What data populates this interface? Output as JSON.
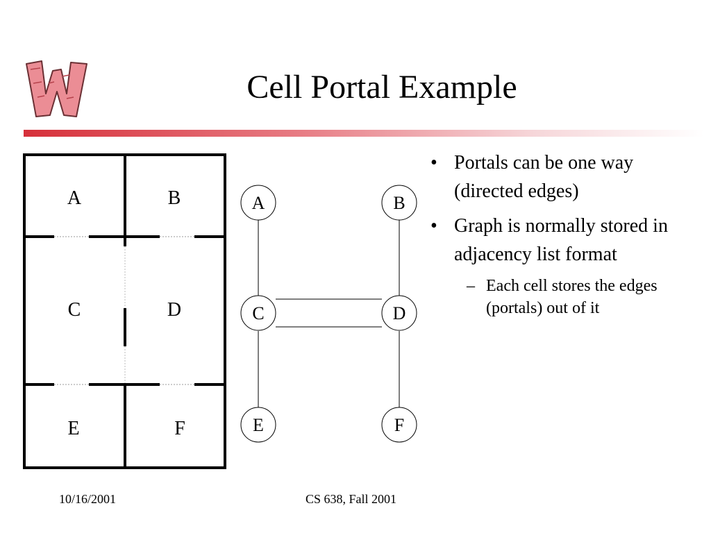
{
  "slide": {
    "title": "Cell Portal Example",
    "logo": {
      "icon": "wisconsin-w-logo",
      "glyph": "W",
      "color": "#e6747e"
    },
    "rule_color": "#d6303a"
  },
  "floorplan": {
    "cells": [
      "A",
      "B",
      "C",
      "D",
      "E",
      "F"
    ]
  },
  "graph": {
    "nodes": [
      "A",
      "B",
      "C",
      "D",
      "E",
      "F"
    ],
    "edges": [
      [
        "A",
        "C"
      ],
      [
        "B",
        "D"
      ],
      [
        "C",
        "D"
      ],
      [
        "C",
        "E"
      ],
      [
        "D",
        "F"
      ]
    ]
  },
  "bullets": [
    {
      "text": "Portals can be one way (directed edges)",
      "sub": []
    },
    {
      "text": "Graph is normally stored in adjacency list format",
      "sub": [
        "Each cell stores the edges (portals) out of it"
      ]
    }
  ],
  "footer": {
    "date": "10/16/2001",
    "course": "CS 638, Fall 2001"
  }
}
